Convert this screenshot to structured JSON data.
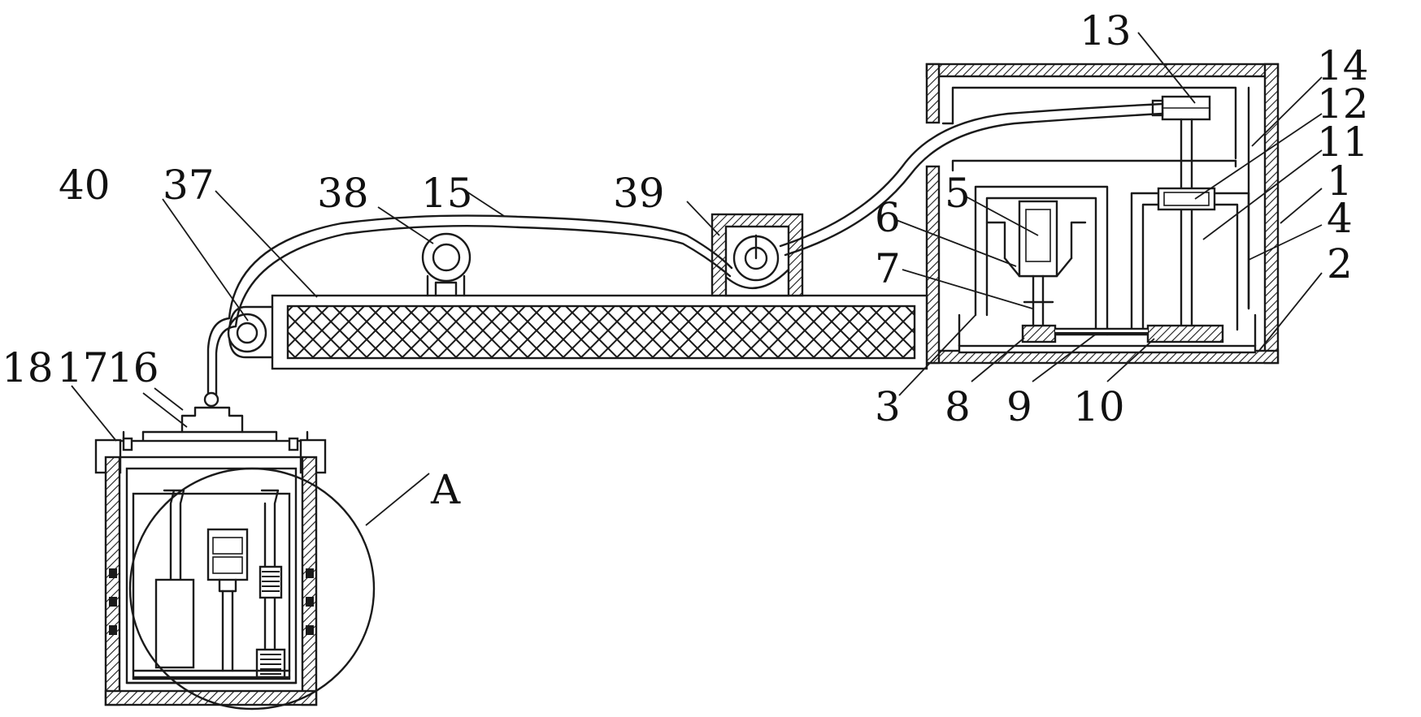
{
  "labels": {
    "l1": "1",
    "l2": "2",
    "l3": "3",
    "l4": "4",
    "l5": "5",
    "l6": "6",
    "l7": "7",
    "l8": "8",
    "l9": "9",
    "l10": "10",
    "l11": "11",
    "l12": "12",
    "l13": "13",
    "l14": "14",
    "l15": "15",
    "l16": "16",
    "l17": "17",
    "l18": "18",
    "l37": "37",
    "l38": "38",
    "l39": "39",
    "l40": "40",
    "lA": "A"
  }
}
